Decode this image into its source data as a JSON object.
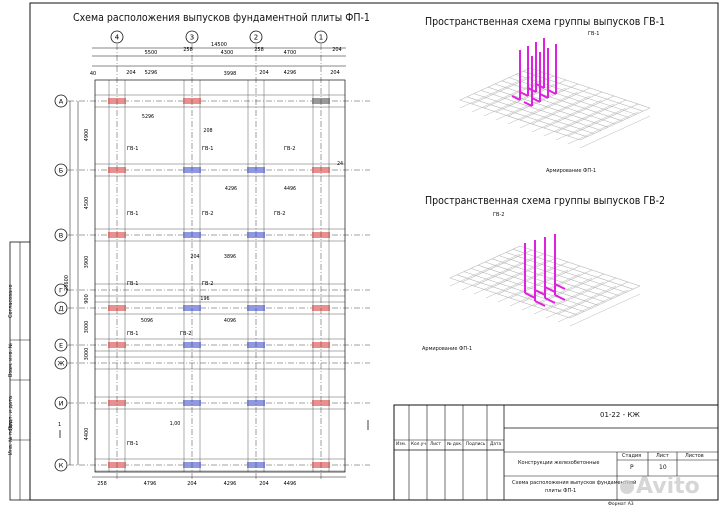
{
  "sheet": {
    "main_title": "Схема расположения выпусков фундаментной плиты ФП-1",
    "iso_title_1": "Пространственная схема группы выпусков ГВ-1",
    "iso_title_2": "Пространственная схема группы выпусков ГВ-2",
    "iso_label_gv1": "ГВ-1",
    "iso_label_gv2": "ГВ-2",
    "iso_label_arm1": "Армирование ФП-1",
    "iso_label_arm2": "Армирование ФП-1",
    "format": "Формат А3"
  },
  "plan": {
    "col_axes": [
      "4",
      "3",
      "2",
      "1"
    ],
    "row_axes": [
      "А",
      "Б",
      "В",
      "Г",
      "Д",
      "Е",
      "Ж",
      "И",
      "К"
    ],
    "top_dims": [
      "14500",
      "5500",
      "258",
      "4300",
      "258",
      "4700",
      "204"
    ],
    "top_dims_2": [
      "40",
      "204",
      "5296",
      "3998",
      "204",
      "4296",
      "204"
    ],
    "bottom_dims": [
      "258",
      "4796",
      "204",
      "4296",
      "204",
      "4496"
    ],
    "left_dims": [
      "4900",
      "4500",
      "3900",
      "900",
      "3000",
      "3000",
      "4400"
    ],
    "left_total": "25600",
    "gv_labels": [
      "ГВ-1",
      "ГВ-1",
      "ГВ-1",
      "ГВ-2",
      "ГВ-2",
      "ГВ-2",
      "ГВ-1",
      "ГВ-2",
      "ГВ-1",
      "ГВ-2",
      "ГВ-1"
    ],
    "inner_dims": [
      "5296",
      "4296",
      "4496",
      "3896",
      "5096",
      "4096",
      "204",
      "196",
      "208",
      "24",
      "1,00"
    ],
    "section_mark": "1"
  },
  "side_stamp": [
    "Инв. № подл.",
    "Подп. и дата",
    "Взам. инв. №",
    "Согласовано"
  ],
  "stamp": {
    "code": "01-22 - КЖ",
    "header_cells": [
      "Изм.",
      "Кол.уч",
      "Лист",
      "№ док.",
      "Подпись",
      "Дата"
    ],
    "object": "Конструкции железобетонные",
    "sheet_name_line1": "Схема расположения выпусков фундаментной",
    "sheet_name_line2": "плиты ФП-1",
    "stage_label": "Стадия",
    "sheet_label": "Лист",
    "sheets_label": "Листов",
    "stage": "Р",
    "sheet": "10"
  },
  "watermark": "Avito",
  "colors": {
    "ink": "#111111",
    "magenta": "#e020e0",
    "red": "#d02020",
    "blue": "#2030c0",
    "grid": "#b8b8b8"
  }
}
